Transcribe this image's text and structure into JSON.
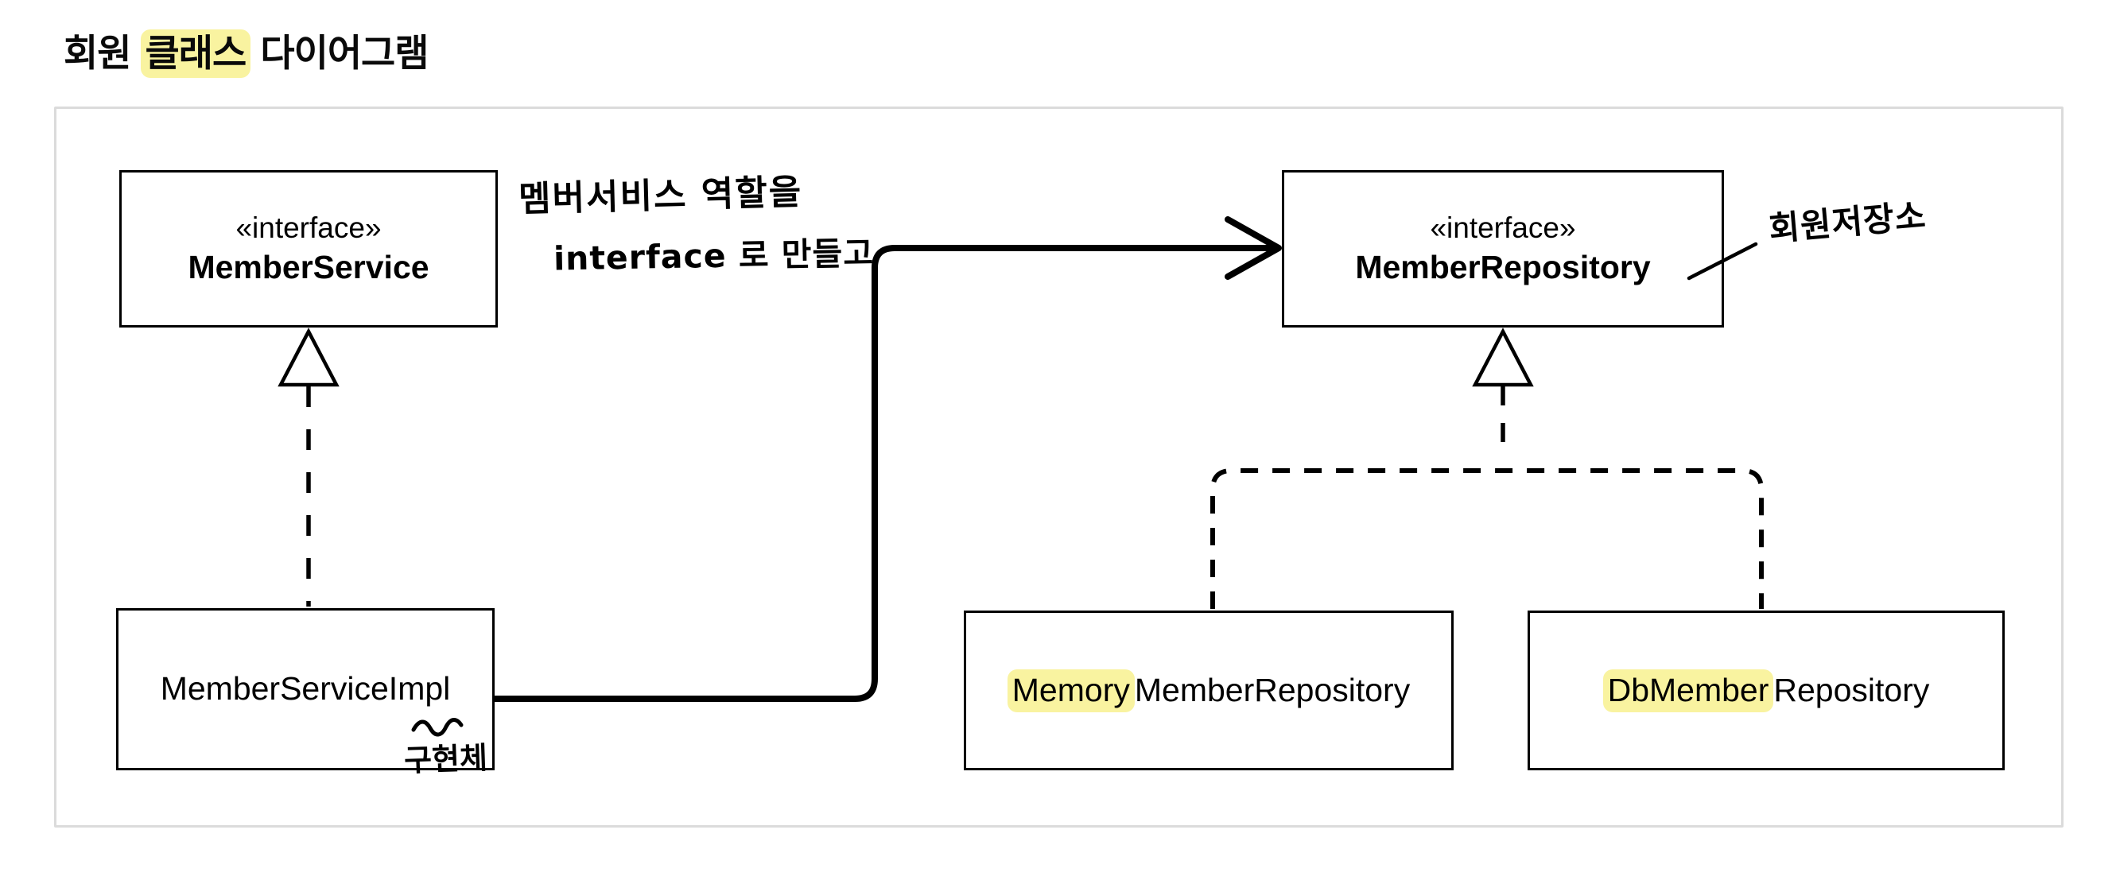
{
  "title": {
    "pre": "회원 ",
    "highlight": "클래스",
    "post": " 다이어그램"
  },
  "boxes": {
    "memberService": {
      "stereotype": "«interface»",
      "name": "MemberService"
    },
    "memberRepository": {
      "stereotype": "«interface»",
      "name": "MemberRepository"
    },
    "memberServiceImpl": {
      "name": "MemberServiceImpl"
    },
    "memoryMemberRepository": {
      "highlight": "Memory",
      "rest": "MemberRepository"
    },
    "dbMemberRepository": {
      "highlight": "DbMember",
      "rest": "Repository"
    }
  },
  "notes": {
    "serviceRoleLine1": "멤버서비스 역할을",
    "serviceRoleLine2": "interface 로 만들고",
    "repository": "회원저장소",
    "impl": "구현체"
  },
  "relations": [
    {
      "from": "MemberServiceImpl",
      "to": "MemberService",
      "type": "realization-dashed-hollow-triangle"
    },
    {
      "from": "MemberServiceImpl",
      "to": "MemberRepository",
      "type": "dependency-solid-open-arrow"
    },
    {
      "from": "MemoryMemberRepository",
      "to": "MemberRepository",
      "type": "realization-dashed-hollow-triangle"
    },
    {
      "from": "DbMemberRepository",
      "to": "MemberRepository",
      "type": "realization-dashed-hollow-triangle"
    }
  ],
  "colors": {
    "highlight": "#F9F3A0",
    "line": "#000000",
    "panelBorder": "#DBDBDB",
    "background": "#FFFFFF"
  }
}
